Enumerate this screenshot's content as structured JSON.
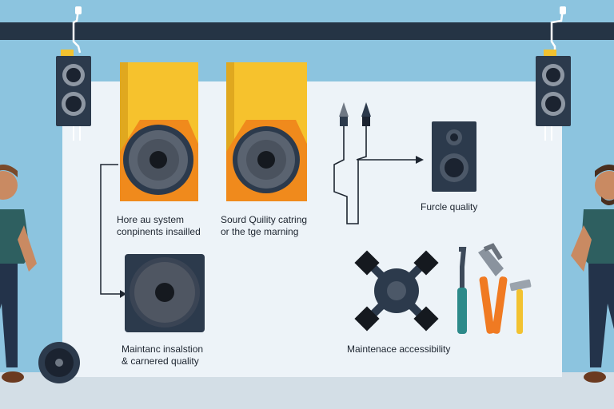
{
  "colors": {
    "sky": "#8cc4df",
    "beam": "#253445",
    "board": "#edf3f8",
    "floor": "#d3dee6",
    "speaker_yellow": "#f6c22d",
    "speaker_orange": "#f08a1c",
    "cabinet_dark": "#2c3a4c"
  },
  "labels": {
    "home_system": {
      "line1": "Hore au system",
      "line2": "conpinents insailled"
    },
    "sound_quality": {
      "line1": "Sourd Quility catring",
      "line2": "or the tge marning"
    },
    "furcle_quality": {
      "line1": "Furcle quality"
    },
    "maintenance_install": {
      "line1": "Maintanc insalstion",
      "line2": "& carnered quality"
    },
    "maintenance_access": {
      "line1": "Maintenace accessibility"
    }
  },
  "icons": [
    "wall-speaker-icon",
    "bookshelf-speaker-icon",
    "cable-plug-icon",
    "enclosure-speaker-icon",
    "subwoofer-icon",
    "mounting-bracket-icon",
    "wrench-icon",
    "screwdriver-icon",
    "pliers-icon",
    "hammer-icon",
    "technician-figure"
  ]
}
